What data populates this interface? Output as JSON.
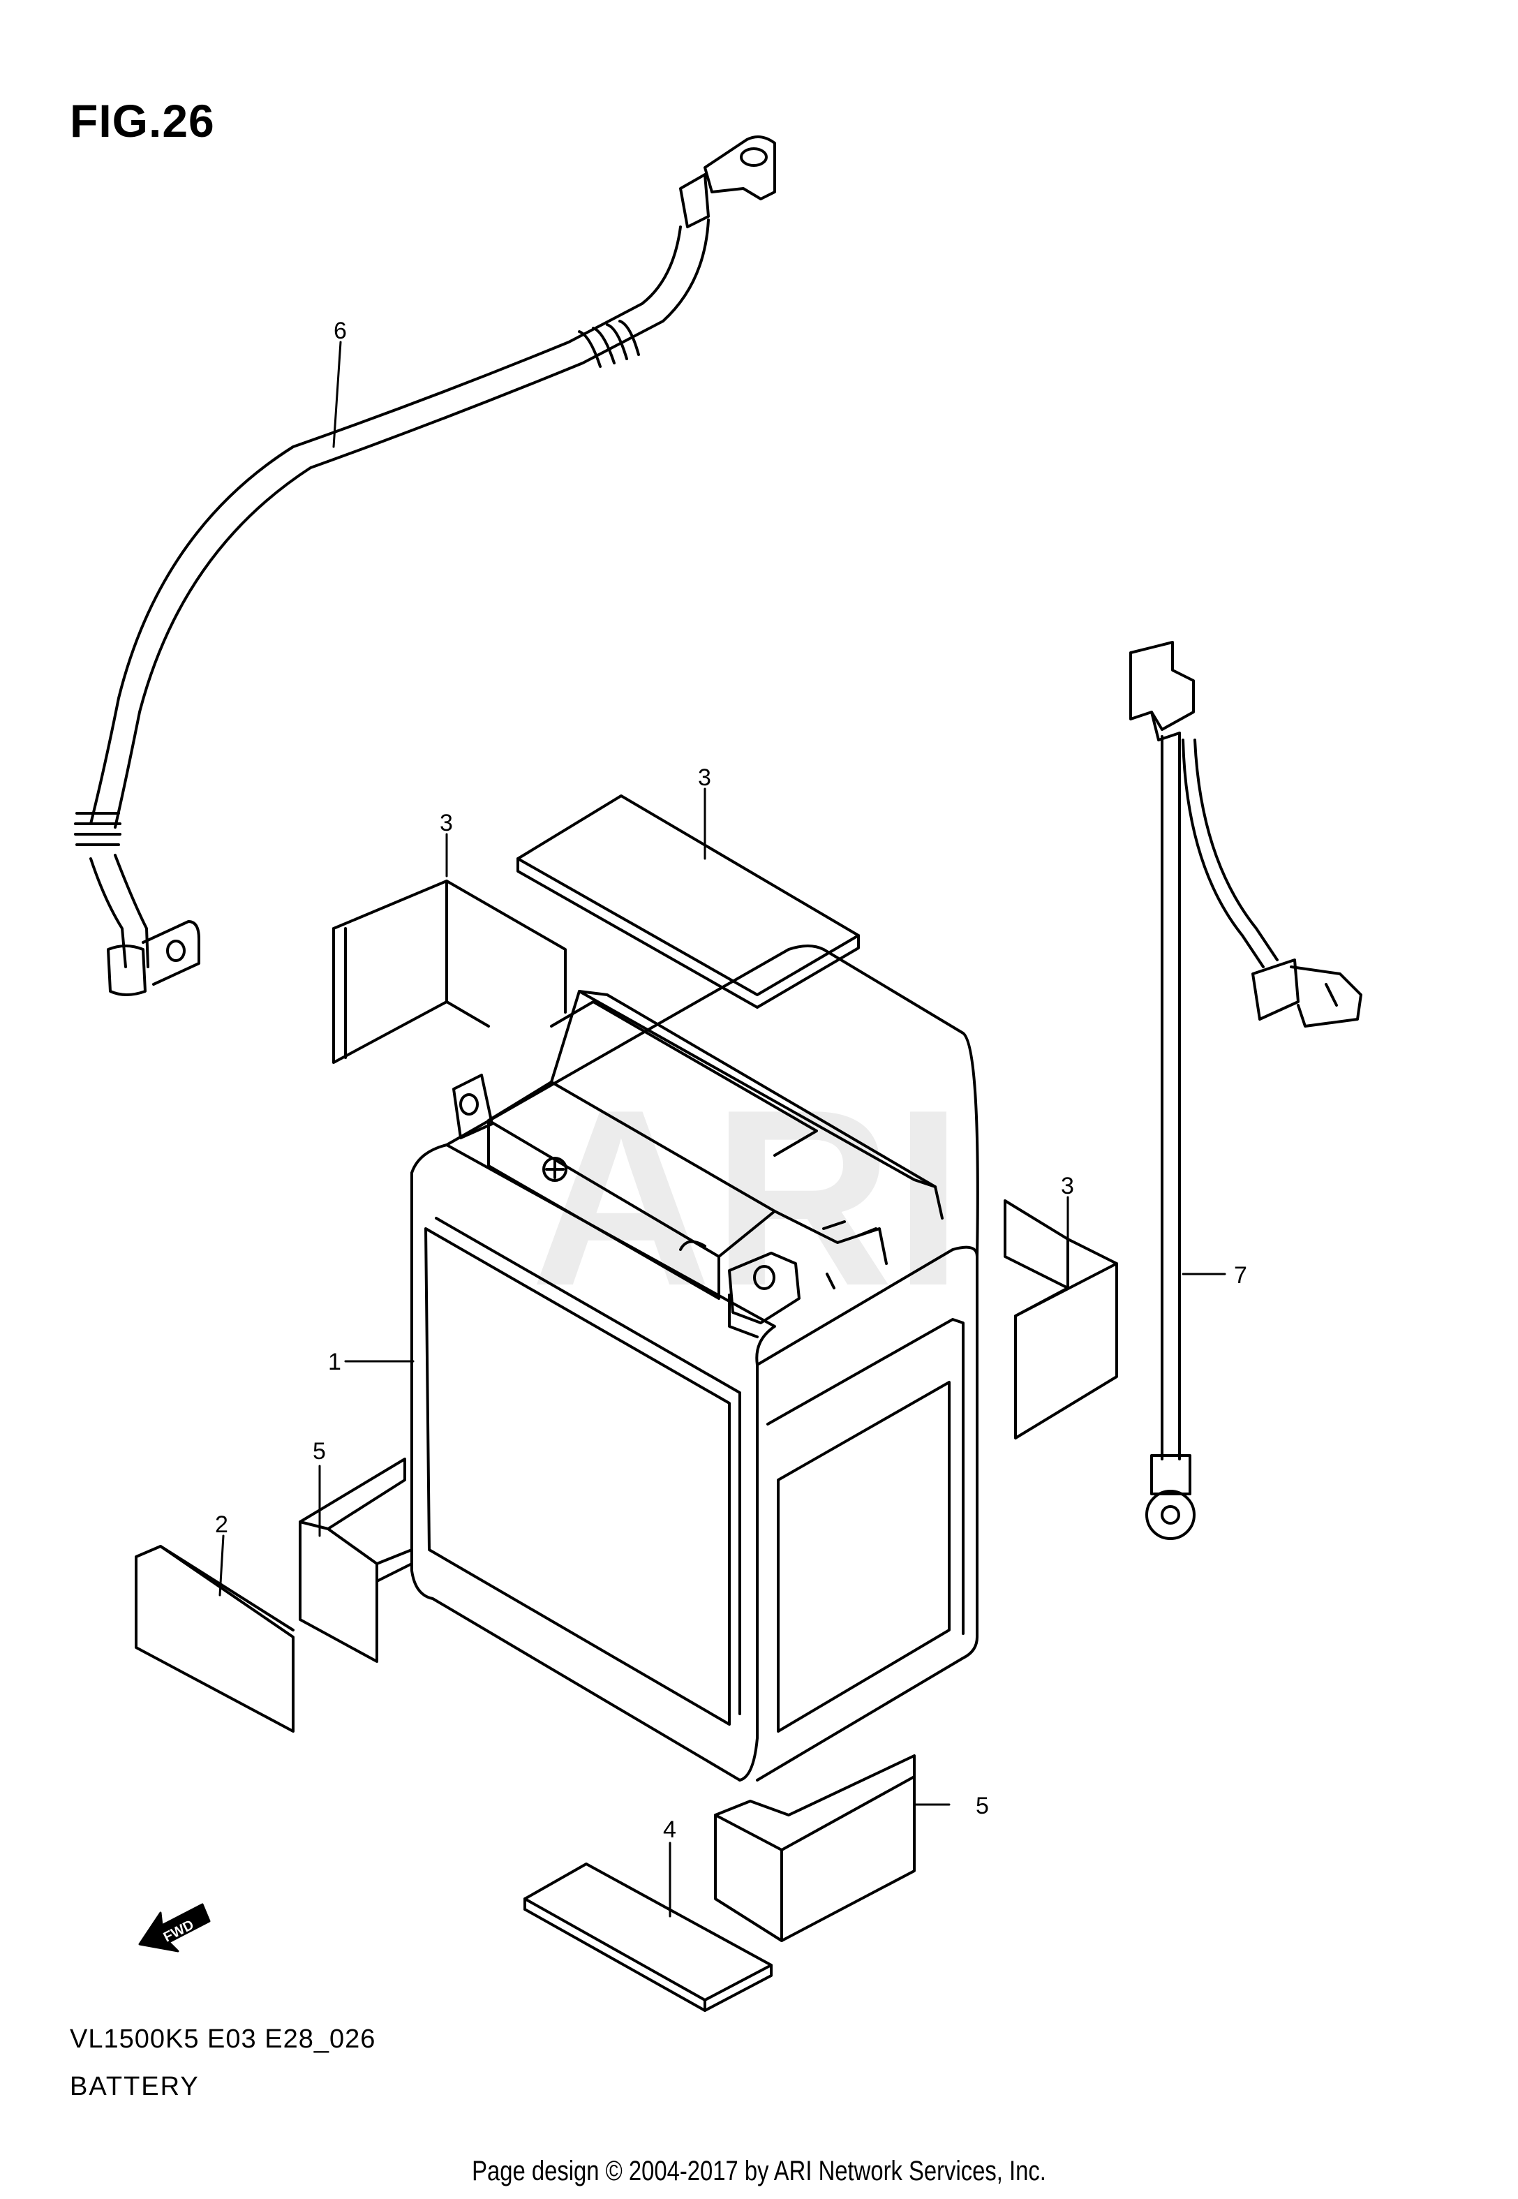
{
  "figure": {
    "title": "FIG.26"
  },
  "model_code": "VL1500K5 E03 E28_026",
  "section_name": "BATTERY",
  "credit": "Page design © 2004-2017 by ARI Network Services, Inc.",
  "watermark": "ARI",
  "fwd_label": "FWD",
  "callouts": {
    "battery": "1",
    "pad_2": "2",
    "spacer_top": "3",
    "spacer_left": "3",
    "spacer_right": "3",
    "pad_4": "4",
    "cushion_left": "5",
    "cushion_bottom": "5",
    "cable_6": "6",
    "lead_7": "7"
  }
}
